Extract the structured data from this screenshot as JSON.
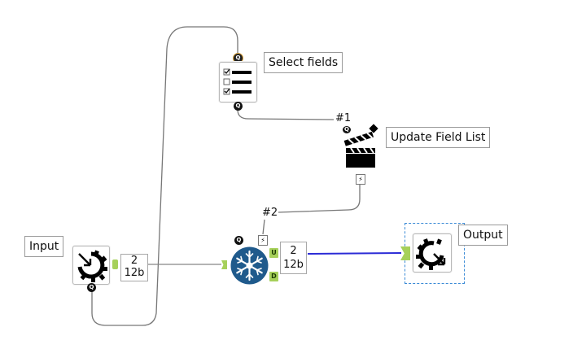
{
  "workflow": {
    "tools": {
      "input": {
        "label": "Input",
        "icon": "input-gear-icon",
        "record_count": "2",
        "record_size": "12b"
      },
      "select": {
        "label": "Select fields",
        "icon": "select-checklist-icon"
      },
      "update": {
        "label": "Update Field List",
        "icon": "action-clapperboard-icon"
      },
      "filter": {
        "icon": "snowflake-icon",
        "record_count": "2",
        "record_size": "12b",
        "output_u": "U",
        "output_d": "D"
      },
      "output": {
        "label": "Output",
        "icon": "output-gear-icon",
        "selected": true
      }
    },
    "connections": [
      {
        "from": "input",
        "to": "select",
        "label": ""
      },
      {
        "from": "select",
        "to": "update",
        "label": "#1"
      },
      {
        "from": "update",
        "to": "filter",
        "label": "#2"
      },
      {
        "from": "input",
        "to": "filter",
        "label": ""
      },
      {
        "from": "filter",
        "to": "output",
        "label": ""
      }
    ],
    "badges": {
      "question": "Q",
      "lightning": "⚡"
    },
    "colors": {
      "anchor": "#a6d05a",
      "selected_connection": "#2b2bd6",
      "connection": "#777777",
      "filter_fill": "#1f5a8c",
      "selection_border": "#3a8ad6"
    }
  }
}
